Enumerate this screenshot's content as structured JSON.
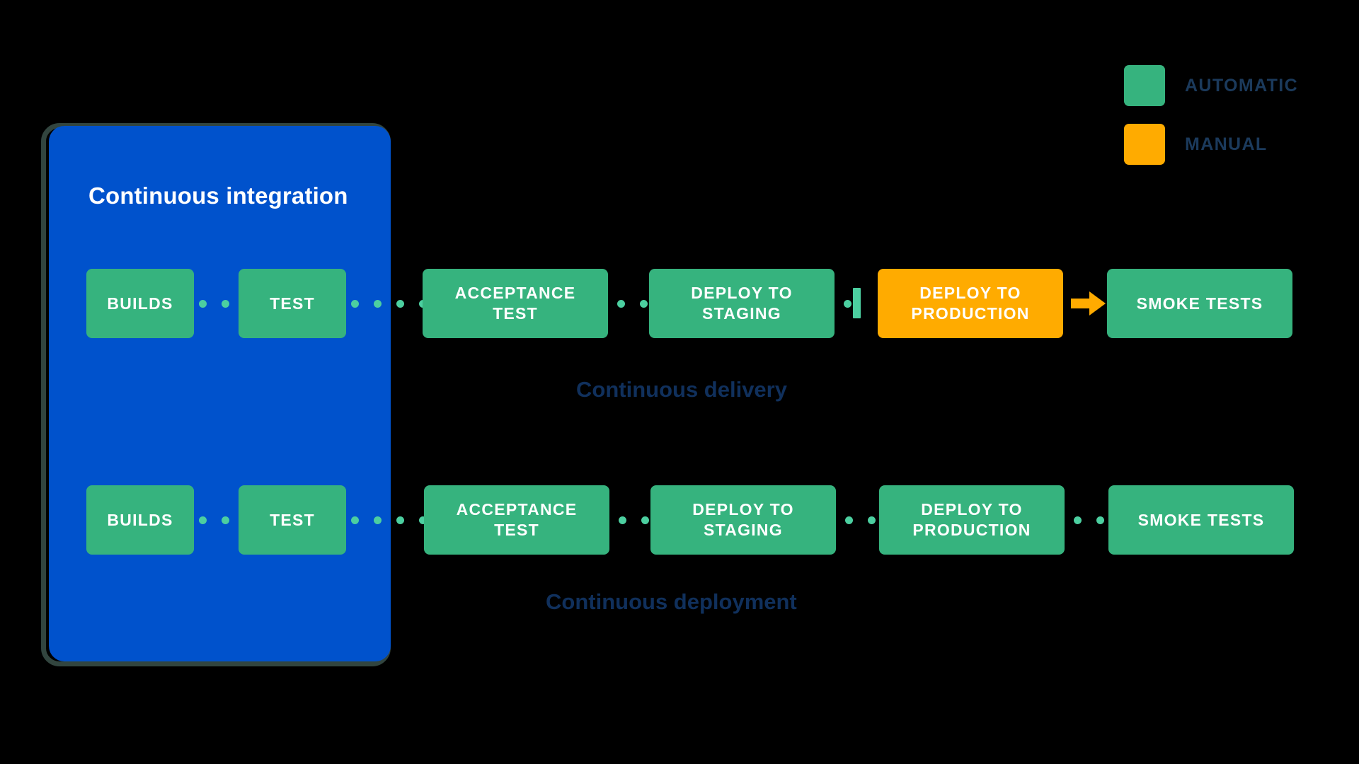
{
  "legend": {
    "items": [
      {
        "label": "AUTOMATIC",
        "color": "#36B37E",
        "swatch_icon": "green-square-swatch"
      },
      {
        "label": "MANUAL",
        "color": "#FFAB00",
        "swatch_icon": "orange-square-swatch"
      }
    ],
    "text_color": "#1B3A5C"
  },
  "ci_panel": {
    "title": "Continuous integration",
    "fill": "#0052CC",
    "border": "#32453F",
    "stages": {
      "row1": [
        {
          "label": "BUILDS",
          "type": "automatic"
        },
        {
          "label": "TEST",
          "type": "automatic"
        }
      ],
      "row2": [
        {
          "label": "BUILDS",
          "type": "automatic"
        },
        {
          "label": "TEST",
          "type": "automatic"
        }
      ]
    }
  },
  "flows": [
    {
      "caption": "Continuous delivery",
      "stages": [
        {
          "label": "ACCEPTANCE\nTEST",
          "type": "automatic",
          "color": "#36B37E"
        },
        {
          "label": "DEPLOY TO\nSTAGING",
          "type": "automatic",
          "color": "#36B37E"
        },
        {
          "label": "DEPLOY TO\nPRODUCTION",
          "type": "manual",
          "color": "#FFAB00"
        },
        {
          "label": "SMOKE TESTS",
          "type": "automatic",
          "color": "#36B37E"
        }
      ],
      "connectors": [
        "dotted",
        "dotted-stop",
        "arrow"
      ]
    },
    {
      "caption": "Continuous deployment",
      "stages": [
        {
          "label": "ACCEPTANCE\nTEST",
          "type": "automatic",
          "color": "#36B37E"
        },
        {
          "label": "DEPLOY TO\nSTAGING",
          "type": "automatic",
          "color": "#36B37E"
        },
        {
          "label": "DEPLOY TO\nPRODUCTION",
          "type": "automatic",
          "color": "#36B37E"
        },
        {
          "label": "SMOKE TESTS",
          "type": "automatic",
          "color": "#36B37E"
        }
      ],
      "connectors": [
        "dotted",
        "dotted",
        "dotted"
      ]
    }
  ],
  "colors": {
    "background": "#000000",
    "automatic": "#36B37E",
    "manual": "#FFAB00",
    "dot": "#4CCFA0",
    "blue": "#0052CC",
    "caption": "#10305C"
  }
}
